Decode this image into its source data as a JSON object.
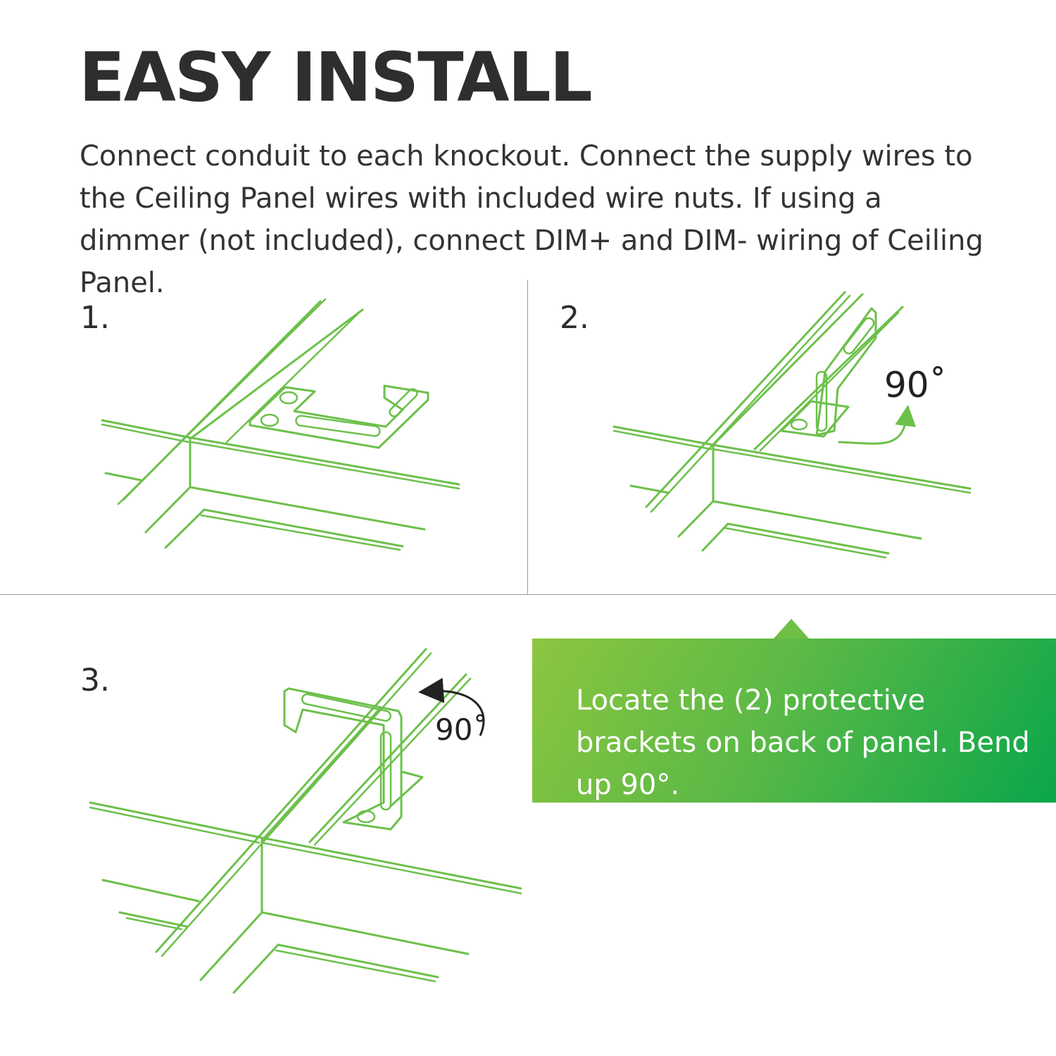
{
  "header": {
    "title": "EASY INSTALL",
    "description": "Connect conduit to each knockout. Connect the supply wires to the Ceiling Panel wires with included wire nuts. If using a dimmer (not included), connect DIM+ and DIM- wiring of Ceiling Panel."
  },
  "steps": [
    {
      "number": "1."
    },
    {
      "number": "2.",
      "angle_label": "90˚"
    },
    {
      "number": "3.",
      "angle_label": "90˚"
    }
  ],
  "callout": {
    "text": "Locate the (2) protective brackets on back of panel. Bend up 90°."
  },
  "colors": {
    "line_green": "#6cc04a",
    "callout_start": "#8cc63f",
    "callout_end": "#0aa64a",
    "title": "#2e2e2e"
  }
}
